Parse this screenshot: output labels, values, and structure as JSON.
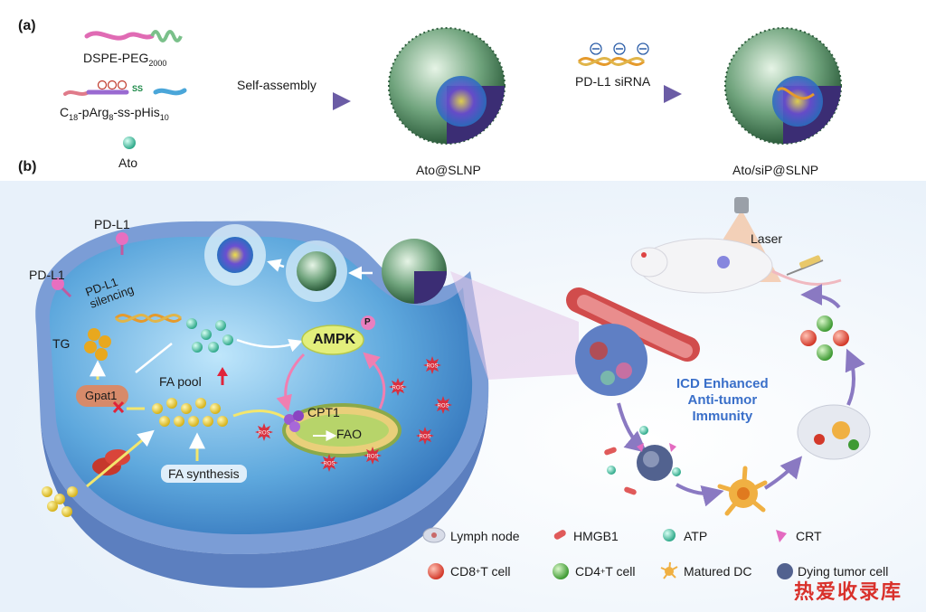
{
  "panel_a": {
    "label": "(a)",
    "component1": "DSPE-PEG",
    "component1_sub": "2000",
    "component2_pre": "C",
    "component2_sub1": "18",
    "component2_mid": "-pArg",
    "component2_sub2": "8",
    "component2_mid2": "-ss-pHis",
    "component2_sub3": "10",
    "ss_tag": "SS",
    "drug": "Ato",
    "arrow1": "Self-assembly",
    "np1": "Ato@SLNP",
    "arrow2": "PD-L1 siRNA",
    "np2": "Ato/siP@SLNP"
  },
  "panel_b": {
    "label": "(b)",
    "pdl1_top": "PD-L1",
    "pdl1_left": "PD-L1",
    "pdl1_silencing": "PD-L1\nsilencing",
    "tg": "TG",
    "gpat1": "Gpat1",
    "fa_pool": "FA pool",
    "fa_synthesis": "FA synthesis",
    "ampk": "AMPK",
    "p": "P",
    "cpt1": "CPT1",
    "fao": "FAO",
    "ros": "ROS",
    "laser": "Laser",
    "icd": "ICD Enhanced\nAnti-tumor\nImmunity"
  },
  "legend": [
    {
      "icon": "lymph-node-icon",
      "label": "Lymph node"
    },
    {
      "icon": "hmgb1-icon",
      "label": "HMGB1"
    },
    {
      "icon": "atp-icon",
      "label": "ATP"
    },
    {
      "icon": "crt-icon",
      "label": "CRT"
    },
    {
      "icon": "cd8-t-cell-icon",
      "label": "CD8",
      "sup": "+",
      "suffix": " T cell"
    },
    {
      "icon": "cd4-t-cell-icon",
      "label": "CD4",
      "sup": "+",
      "suffix": " T cell"
    },
    {
      "icon": "matured-dc-icon",
      "label": "Matured DC"
    },
    {
      "icon": "dying-tumor-cell-icon",
      "label": "Dying tumor cell"
    }
  ],
  "watermark": "热爱收录库",
  "colors": {
    "cell_membrane": "#6d8fc7",
    "cytoplasm": "#5ea8dd",
    "ampk": "#e3ef7c",
    "ros": "#d9303f",
    "arrow_purple": "#6b5ca5",
    "icd_text": "#3a6fc9",
    "watermark": "#d9312b"
  }
}
